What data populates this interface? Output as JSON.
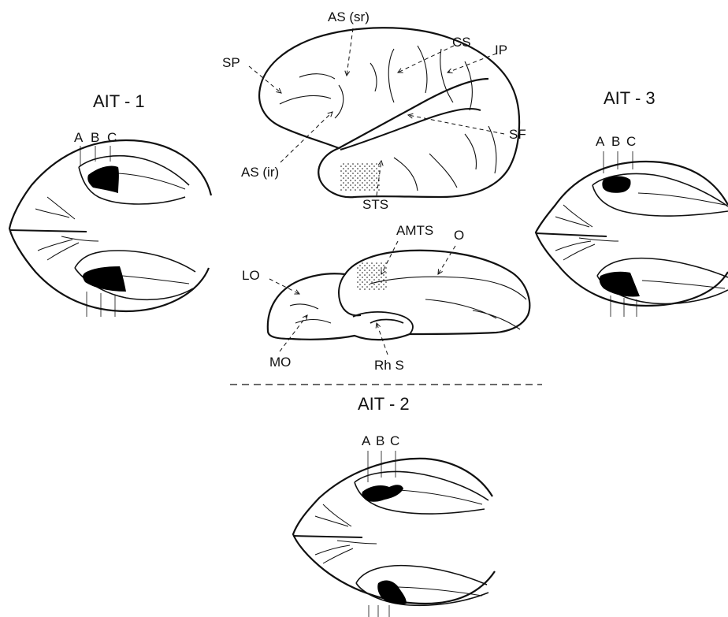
{
  "panels": {
    "ait1": {
      "title": "AIT - 1",
      "columns": [
        "A",
        "B",
        "C"
      ]
    },
    "ait2": {
      "title": "AIT - 2",
      "columns": [
        "A",
        "B",
        "C"
      ]
    },
    "ait3": {
      "title": "AIT - 3",
      "columns": [
        "A",
        "B",
        "C"
      ]
    }
  },
  "lateral_labels": {
    "as_sr": "AS (sr)",
    "cs": "CS",
    "ip": "IP",
    "sp": "SP",
    "sf": "SF",
    "as_ir": "AS (ir)",
    "sts": "STS"
  },
  "ventral_labels": {
    "amts": "AMTS",
    "o": "O",
    "lo": "LO",
    "mo": "MO",
    "rhs": "Rh S"
  },
  "colors": {
    "ink": "#111111",
    "lesion": "#000000",
    "background": "#ffffff"
  }
}
